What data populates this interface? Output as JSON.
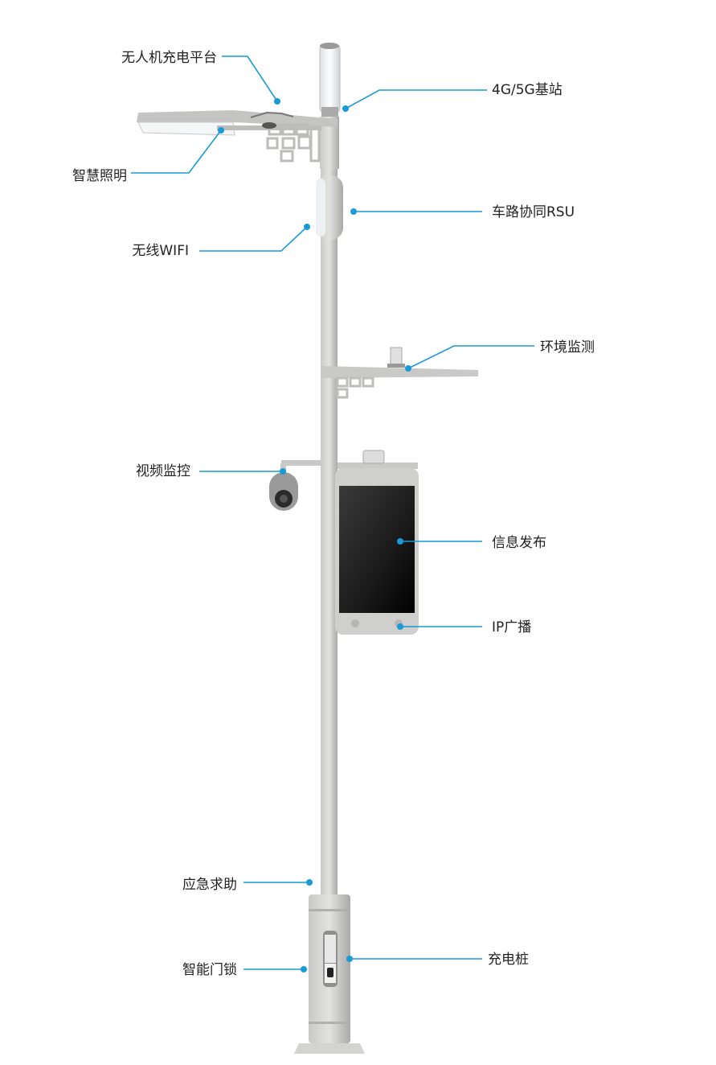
{
  "title": "Smart pole function diagram",
  "accent_color": "#1a9ad6",
  "labels": {
    "drone": "无人机充电平台",
    "base_station": "4G/5G基站",
    "lighting": "智慧照明",
    "rsu": "车路协同RSU",
    "wifi": "无线WIFI",
    "environment": "环境监测",
    "video": "视频监控",
    "info": "信息发布",
    "broadcast": "IP广播",
    "emergency": "应急求助",
    "lock": "智能门锁",
    "charger": "充电桩"
  }
}
